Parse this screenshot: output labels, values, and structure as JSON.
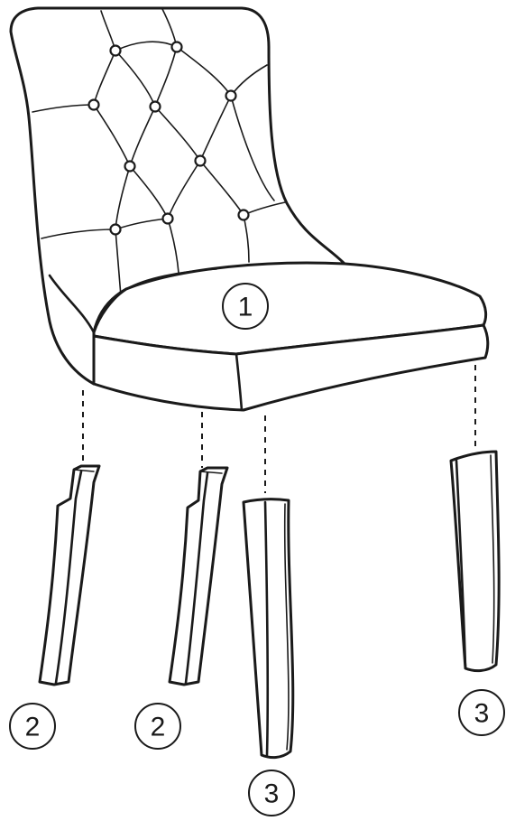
{
  "callouts": {
    "seat": "1",
    "rear_leg_left": "2",
    "rear_leg_right": "2",
    "front_leg_left": "3",
    "front_leg_right": "3"
  },
  "colors": {
    "stroke": "#1a1a1a",
    "fill": "#ffffff"
  }
}
